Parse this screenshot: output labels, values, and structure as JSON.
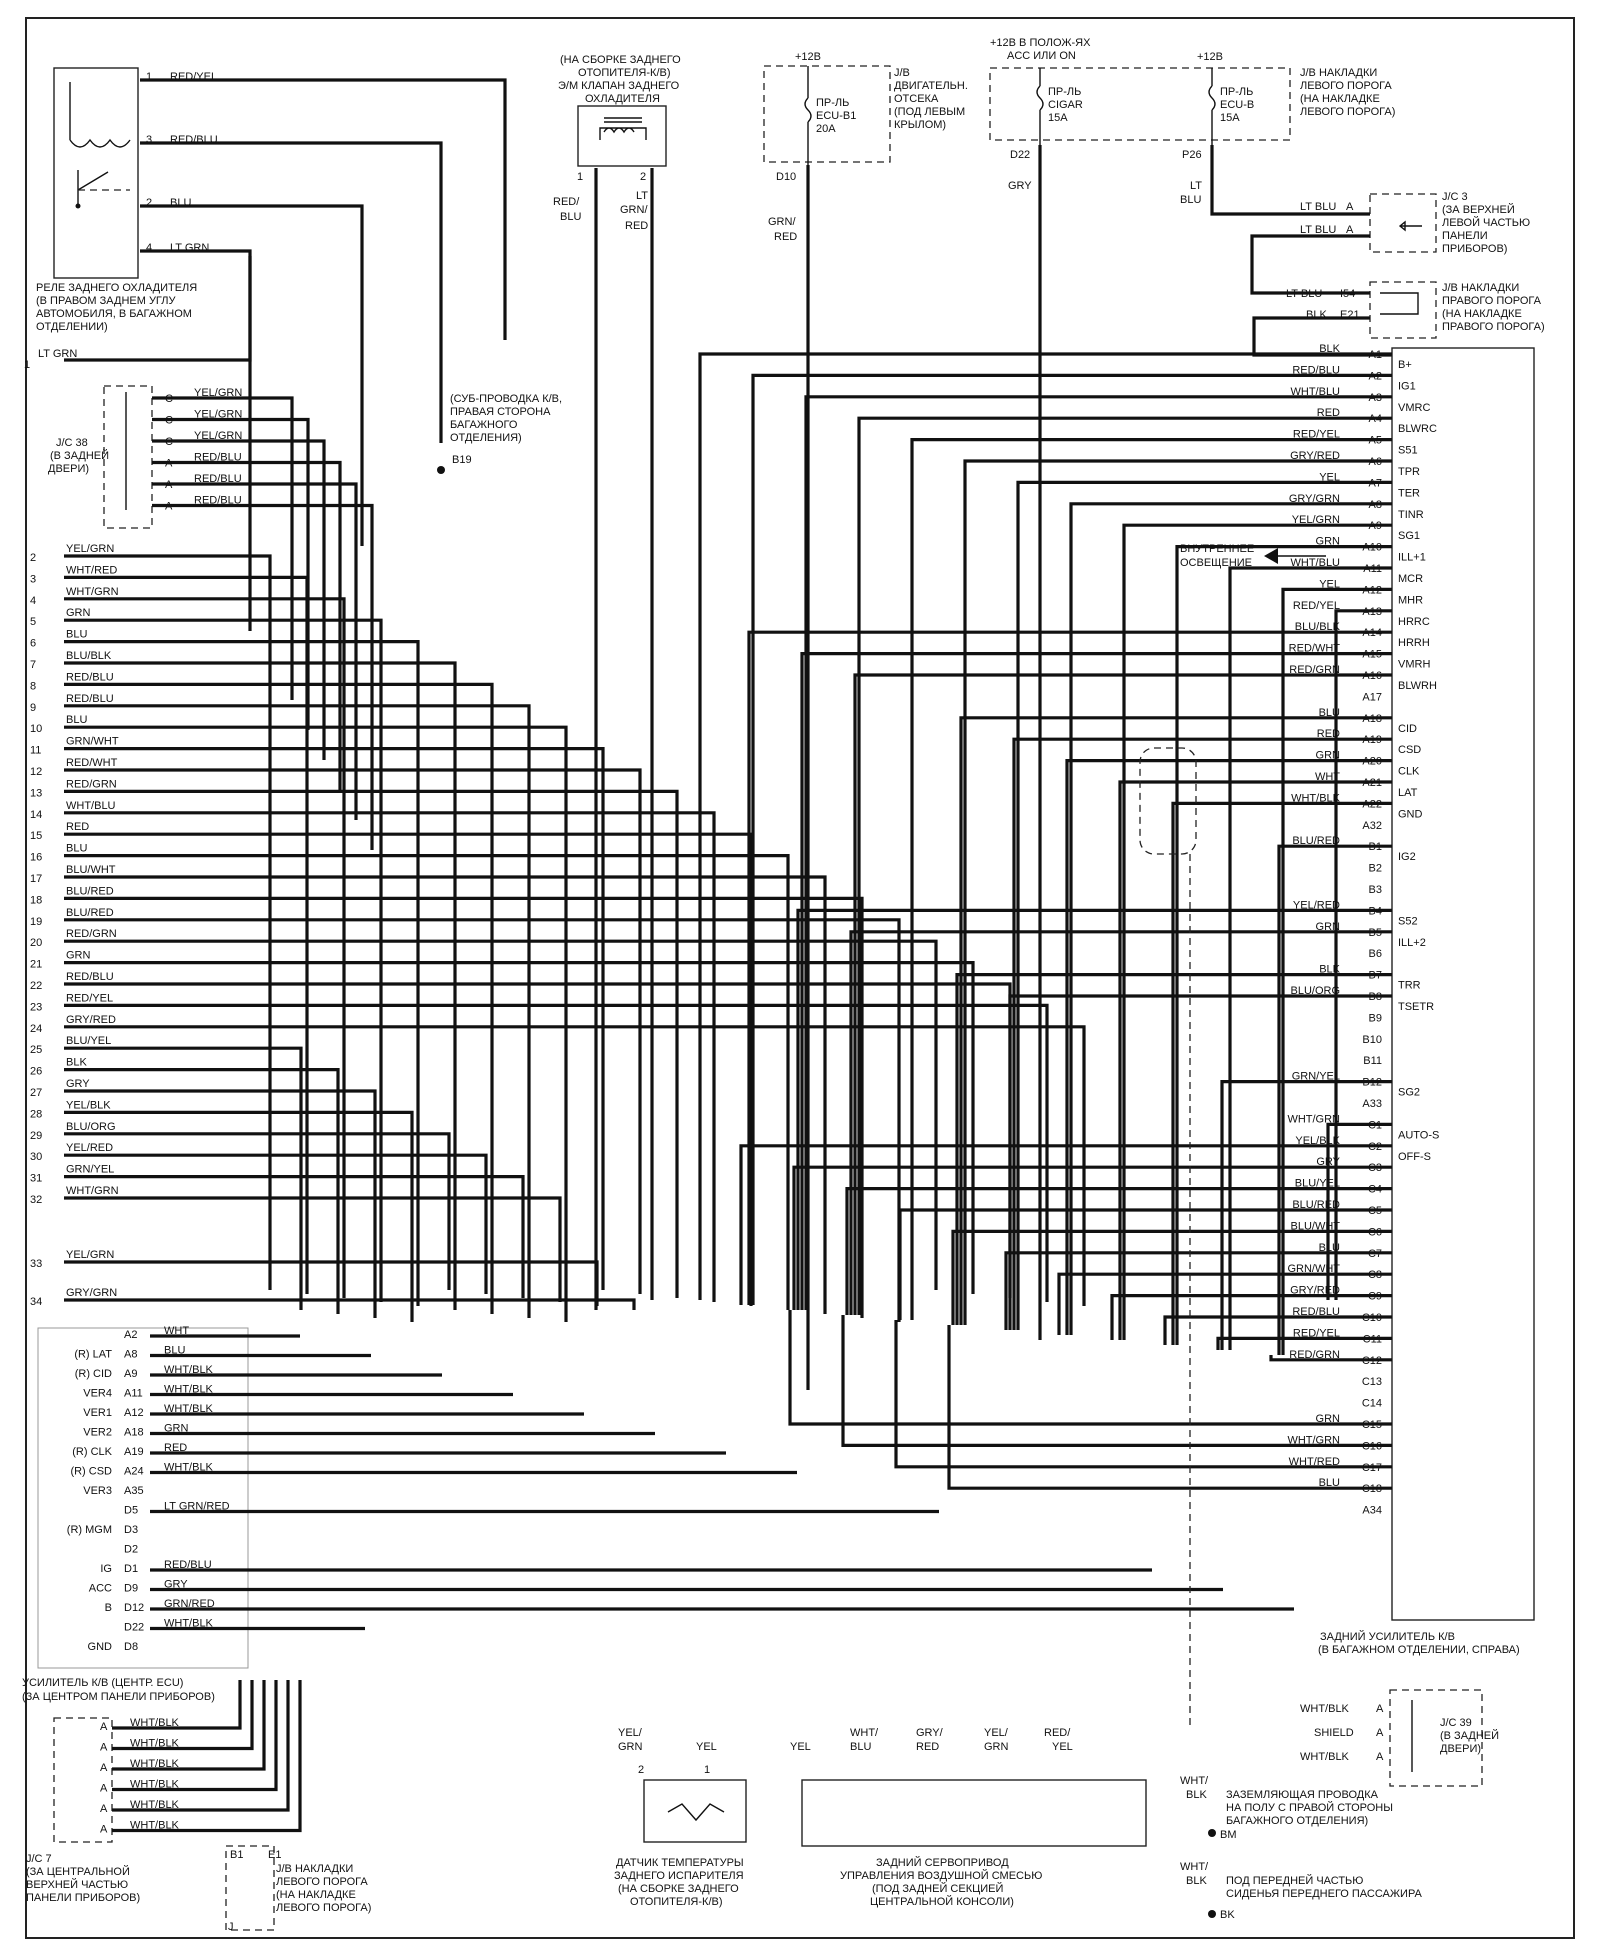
{
  "top_components": {
    "rear_cooler_relay_label": [
      "РЕЛЕ ЗАДНЕГО ОХЛАДИТЕЛЯ",
      "(В ПРАВОМ ЗАДНЕМ УГЛУ",
      "АВТОМОБИЛЯ, В БАГАЖНОМ",
      "ОТДЕЛЕНИИ)"
    ],
    "relay_pins": [
      {
        "pin": "1",
        "wire": "RED/YEL"
      },
      {
        "pin": "3",
        "wire": "RED/BLU"
      },
      {
        "pin": "2",
        "wire": "BLU"
      },
      {
        "pin": "4",
        "wire": "LT GRN"
      }
    ],
    "relay_out_num": "1",
    "relay_out_wire": "LT GRN",
    "rear_valve_label": [
      "(НА СБОРКЕ ЗАДНЕГО",
      "ОТОПИТЕЛЯ-К/В)",
      "Э/М КЛАПАН ЗАДНЕГО",
      "ОХЛАДИТЕЛЯ"
    ],
    "rear_valve_pins": [
      "1",
      "2"
    ],
    "rear_valve_wires": [
      "RED/",
      "BLU",
      "LT",
      "GRN/",
      "RED"
    ],
    "engine_jb_supply": "+12В",
    "engine_jb_fuse": [
      "ПР-ЛЬ",
      "ECU-B1",
      "20A"
    ],
    "engine_jb_label": [
      "J/B",
      "ДВИГАТЕЛЬН.",
      "ОТСЕКА",
      "(ПОД ЛЕВЫМ",
      "КРЫЛОМ)"
    ],
    "engine_jb_pin": "D10",
    "engine_jb_wire": [
      "GRN/",
      "RED"
    ],
    "acc_supply": [
      "+12В В ПОЛОЖ-ЯХ",
      "ACC ИЛИ ON"
    ],
    "cigar_fuse": [
      "ПР-ЛЬ",
      "CIGAR",
      "15A"
    ],
    "cigar_pin": "D22",
    "cigar_wire": "GRY",
    "left_sill_supply": "+12В",
    "ecub_fuse": [
      "ПР-ЛЬ",
      "ECU-B",
      "15A"
    ],
    "ecub_pin": "P26",
    "ecub_wire": [
      "LT",
      "BLU"
    ],
    "left_sill_jb_label": [
      "J/B НАКЛАДКИ",
      "ЛЕВОГО ПОРОГА",
      "(НА НАКЛАДКЕ",
      "ЛЕВОГО ПОРОГА)"
    ],
    "jc3_label": [
      "J/C 3",
      "(ЗА ВЕРХНЕЙ",
      "ЛЕВОЙ ЧАСТЬЮ",
      "ПАНЕЛИ",
      "ПРИБОРОВ)"
    ],
    "jc3_wires": [
      {
        "wire": "LT BLU",
        "pin": "A"
      },
      {
        "wire": "LT BLU",
        "pin": "A"
      }
    ],
    "right_sill_label": [
      "J/B НАКЛАДКИ",
      "ПРАВОГО ПОРОГА",
      "(НА НАКЛАДКЕ",
      "ПРАВОГО ПОРОГА)"
    ],
    "right_sill_wires": [
      {
        "wire": "LT BLU",
        "pin": "I54"
      },
      {
        "wire": "BLK",
        "pin": "E21"
      }
    ],
    "subharness_label": [
      "(СУБ-ПРОВОДКА К/В,",
      "ПРАВАЯ СТОРОНА",
      "БАГАЖНОГО",
      "ОТДЕЛЕНИЯ)"
    ],
    "subharness_pin": "B19"
  },
  "jc38": {
    "label": [
      "J/C 38",
      "(В ЗАДНЕЙ",
      "ДВЕРИ)"
    ],
    "rows": [
      {
        "pin": "C",
        "wire": "YEL/GRN"
      },
      {
        "pin": "C",
        "wire": "YEL/GRN"
      },
      {
        "pin": "C",
        "wire": "YEL/GRN"
      },
      {
        "pin": "A",
        "wire": "RED/BLU"
      },
      {
        "pin": "A",
        "wire": "RED/BLU"
      },
      {
        "pin": "A",
        "wire": "RED/BLU"
      }
    ]
  },
  "left_numbered_wires": [
    {
      "n": "2",
      "wire": "YEL/GRN"
    },
    {
      "n": "3",
      "wire": "WHT/RED"
    },
    {
      "n": "4",
      "wire": "WHT/GRN"
    },
    {
      "n": "5",
      "wire": "GRN"
    },
    {
      "n": "6",
      "wire": "BLU"
    },
    {
      "n": "7",
      "wire": "BLU/BLK"
    },
    {
      "n": "8",
      "wire": "RED/BLU"
    },
    {
      "n": "9",
      "wire": "RED/BLU"
    },
    {
      "n": "10",
      "wire": "BLU"
    },
    {
      "n": "11",
      "wire": "GRN/WHT"
    },
    {
      "n": "12",
      "wire": "RED/WHT"
    },
    {
      "n": "13",
      "wire": "RED/GRN"
    },
    {
      "n": "14",
      "wire": "WHT/BLU"
    },
    {
      "n": "15",
      "wire": "RED"
    },
    {
      "n": "16",
      "wire": "BLU"
    },
    {
      "n": "17",
      "wire": "BLU/WHT"
    },
    {
      "n": "18",
      "wire": "BLU/RED"
    },
    {
      "n": "19",
      "wire": "BLU/RED"
    },
    {
      "n": "20",
      "wire": "RED/GRN"
    },
    {
      "n": "21",
      "wire": "GRN"
    },
    {
      "n": "22",
      "wire": "RED/BLU"
    },
    {
      "n": "23",
      "wire": "RED/YEL"
    },
    {
      "n": "24",
      "wire": "GRY/RED"
    },
    {
      "n": "25",
      "wire": "BLU/YEL"
    },
    {
      "n": "26",
      "wire": "BLK"
    },
    {
      "n": "27",
      "wire": "GRY"
    },
    {
      "n": "28",
      "wire": "YEL/BLK"
    },
    {
      "n": "29",
      "wire": "BLU/ORG"
    },
    {
      "n": "30",
      "wire": "YEL/RED"
    },
    {
      "n": "31",
      "wire": "GRN/YEL"
    },
    {
      "n": "32",
      "wire": "WHT/GRN"
    },
    {
      "n": "33",
      "wire": "YEL/GRN"
    },
    {
      "n": "34",
      "wire": "GRY/GRN"
    }
  ],
  "rear_amp": {
    "label": [
      "ЗАДНИЙ УСИЛИТЕЛЬ К/В",
      "(В БАГАЖНОМ ОТДЕЛЕНИИ, СПРАВА)"
    ],
    "pins": [
      {
        "wire": "BLK",
        "pin": "A1",
        "name": "B+"
      },
      {
        "wire": "RED/BLU",
        "pin": "A2",
        "name": "IG1"
      },
      {
        "wire": "WHT/BLU",
        "pin": "A3",
        "name": "VMRC"
      },
      {
        "wire": "RED",
        "pin": "A4",
        "name": "BLWRC"
      },
      {
        "wire": "RED/YEL",
        "pin": "A5",
        "name": "S51"
      },
      {
        "wire": "GRY/RED",
        "pin": "A6",
        "name": "TPR"
      },
      {
        "wire": "YEL",
        "pin": "A7",
        "name": "TER"
      },
      {
        "wire": "GRY/GRN",
        "pin": "A8",
        "name": "TINR"
      },
      {
        "wire": "YEL/GRN",
        "pin": "A9",
        "name": "SG1"
      },
      {
        "wire": "GRN",
        "pin": "A10",
        "name": "ILL+1"
      },
      {
        "wire": "WHT/BLU",
        "pin": "A11",
        "name": "MCR"
      },
      {
        "wire": "YEL",
        "pin": "A12",
        "name": "MHR"
      },
      {
        "wire": "RED/YEL",
        "pin": "A13",
        "name": "HRRC"
      },
      {
        "wire": "BLU/BLK",
        "pin": "A14",
        "name": "HRRH"
      },
      {
        "wire": "RED/WHT",
        "pin": "A15",
        "name": "VMRH"
      },
      {
        "wire": "RED/GRN",
        "pin": "A16",
        "name": "BLWRH"
      },
      {
        "wire": "",
        "pin": "A17",
        "name": ""
      },
      {
        "wire": "BLU",
        "pin": "A18",
        "name": "CID"
      },
      {
        "wire": "RED",
        "pin": "A19",
        "name": "CSD"
      },
      {
        "wire": "GRN",
        "pin": "A20",
        "name": "CLK"
      },
      {
        "wire": "WHT",
        "pin": "A21",
        "name": "LAT"
      },
      {
        "wire": "WHT/BLK",
        "pin": "A22",
        "name": "GND"
      },
      {
        "wire": "",
        "pin": "A32",
        "name": ""
      },
      {
        "wire": "BLU/RED",
        "pin": "B1",
        "name": "IG2"
      },
      {
        "wire": "",
        "pin": "B2",
        "name": ""
      },
      {
        "wire": "",
        "pin": "B3",
        "name": ""
      },
      {
        "wire": "YEL/RED",
        "pin": "B4",
        "name": "S52"
      },
      {
        "wire": "GRN",
        "pin": "B5",
        "name": "ILL+2"
      },
      {
        "wire": "",
        "pin": "B6",
        "name": ""
      },
      {
        "wire": "BLK",
        "pin": "B7",
        "name": "TRR"
      },
      {
        "wire": "BLU/ORG",
        "pin": "B8",
        "name": "TSETR"
      },
      {
        "wire": "",
        "pin": "B9",
        "name": ""
      },
      {
        "wire": "",
        "pin": "B10",
        "name": ""
      },
      {
        "wire": "",
        "pin": "B11",
        "name": ""
      },
      {
        "wire": "GRN/YEL",
        "pin": "B12",
        "name": "SG2"
      },
      {
        "wire": "",
        "pin": "A33",
        "name": ""
      },
      {
        "wire": "WHT/GRN",
        "pin": "C1",
        "name": "AUTO-S"
      },
      {
        "wire": "YEL/BLK",
        "pin": "C2",
        "name": "OFF-S"
      },
      {
        "wire": "GRY",
        "pin": "C3",
        "name": ""
      },
      {
        "wire": "BLU/YEL",
        "pin": "C4",
        "name": ""
      },
      {
        "wire": "BLU/RED",
        "pin": "C5",
        "name": ""
      },
      {
        "wire": "BLU/WHT",
        "pin": "C6",
        "name": ""
      },
      {
        "wire": "BLU",
        "pin": "C7",
        "name": ""
      },
      {
        "wire": "GRN/WHT",
        "pin": "C8",
        "name": ""
      },
      {
        "wire": "GRY/RED",
        "pin": "C9",
        "name": ""
      },
      {
        "wire": "RED/BLU",
        "pin": "C10",
        "name": ""
      },
      {
        "wire": "RED/YEL",
        "pin": "C11",
        "name": ""
      },
      {
        "wire": "RED/GRN",
        "pin": "C12",
        "name": ""
      },
      {
        "wire": "",
        "pin": "C13",
        "name": ""
      },
      {
        "wire": "",
        "pin": "C14",
        "name": ""
      },
      {
        "wire": "GRN",
        "pin": "C15",
        "name": ""
      },
      {
        "wire": "WHT/GRN",
        "pin": "C16",
        "name": ""
      },
      {
        "wire": "WHT/RED",
        "pin": "C17",
        "name": ""
      },
      {
        "wire": "BLU",
        "pin": "C18",
        "name": ""
      },
      {
        "wire": "",
        "pin": "A34",
        "name": ""
      }
    ],
    "interior_light": [
      "ВНУТРЕННЕЕ",
      "ОСВЕЩЕНИЕ"
    ]
  },
  "center_amp": {
    "label": [
      "УСИЛИТЕЛЬ К/В (ЦЕНТР. ECU)",
      "(ЗА ЦЕНТРОМ ПАНЕЛИ ПРИБОРОВ)"
    ],
    "pins": [
      {
        "name": "",
        "pin": "A2",
        "wire": "WHT"
      },
      {
        "name": "(R) LAT",
        "pin": "A8",
        "wire": "BLU"
      },
      {
        "name": "(R) CID",
        "pin": "A9",
        "wire": "WHT/BLK"
      },
      {
        "name": "VER4",
        "pin": "A11",
        "wire": "WHT/BLK"
      },
      {
        "name": "VER1",
        "pin": "A12",
        "wire": "WHT/BLK"
      },
      {
        "name": "VER2",
        "pin": "A18",
        "wire": "GRN"
      },
      {
        "name": "(R) CLK",
        "pin": "A19",
        "wire": "RED"
      },
      {
        "name": "(R) CSD",
        "pin": "A24",
        "wire": "WHT/BLK"
      },
      {
        "name": "VER3",
        "pin": "A35",
        "wire": ""
      },
      {
        "name": "",
        "pin": "D5",
        "wire": "LT GRN/RED"
      },
      {
        "name": "(R) MGM",
        "pin": "D3",
        "wire": ""
      },
      {
        "name": "",
        "pin": "D2",
        "wire": ""
      },
      {
        "name": "IG",
        "pin": "D1",
        "wire": "RED/BLU"
      },
      {
        "name": "ACC",
        "pin": "D9",
        "wire": "GRY"
      },
      {
        "name": "B",
        "pin": "D12",
        "wire": "GRN/RED"
      },
      {
        "name": "",
        "pin": "D22",
        "wire": "WHT/BLK"
      },
      {
        "name": "GND",
        "pin": "D8",
        "wire": ""
      }
    ]
  },
  "jc7": {
    "label": [
      "J/C 7",
      "(ЗА ЦЕНТРАЛЬНОЙ",
      "ВЕРХНЕЙ ЧАСТЬЮ",
      "ПАНЕЛИ ПРИБОРОВ)"
    ],
    "rows": [
      {
        "pin": "A",
        "wire": "WHT/BLK"
      },
      {
        "pin": "A",
        "wire": "WHT/BLK"
      },
      {
        "pin": "A",
        "wire": "WHT/BLK"
      },
      {
        "pin": "A",
        "wire": "WHT/BLK"
      },
      {
        "pin": "A",
        "wire": "WHT/BLK"
      },
      {
        "pin": "A",
        "wire": "WHT/BLK"
      }
    ]
  },
  "bottom": {
    "left_sill_jb": [
      "J/B НАКЛАДКИ",
      "ЛЕВОГО ПОРОГА",
      "(НА НАКЛАДКЕ",
      "ЛЕВОГО ПОРОГА)"
    ],
    "left_sill_pins": [
      "B1",
      "E1",
      "J"
    ],
    "evap_sensor": [
      "ДАТЧИК ТЕМПЕРАТУРЫ",
      "ЗАДНЕГО ИСПАРИТЕЛЯ",
      "(НА СБОРКЕ ЗАДНЕГО",
      "ОТОПИТЕЛЯ-К/В)"
    ],
    "evap_wires": [
      "YEL/",
      "GRN",
      "YEL"
    ],
    "evap_pins": [
      "2",
      "1"
    ],
    "servo": [
      "ЗАДНИЙ СЕРВОПРИВОД",
      "УПРАВЛЕНИЯ ВОЗДУШНОЙ СМЕСЬЮ",
      "(ПОД ЗАДНЕЙ СЕКЦИЕЙ",
      "ЦЕНТРАЛЬНОЙ КОНСОЛИ)"
    ],
    "servo_wires": [
      "YEL",
      "WHT/",
      "BLU",
      "GRY/",
      "RED",
      "YEL/",
      "GRN",
      "RED/",
      "YEL"
    ],
    "jc39": [
      "J/C 39",
      "(В ЗАДНЕЙ",
      "ДВЕРИ)"
    ],
    "jc39_rows": [
      {
        "wire": "WHT/BLK",
        "pin": "A"
      },
      {
        "wire": "SHIELD",
        "pin": "A"
      },
      {
        "wire": "WHT/BLK",
        "pin": "A"
      }
    ],
    "ground1": [
      "ЗАЗЕМЛЯЮЩАЯ ПРОВОДКА",
      "НА ПОЛУ С ПРАВОЙ СТОРОНЫ",
      "БАГАЖНОГО ОТДЕЛЕНИЯ)"
    ],
    "ground1_wire": [
      "WHT/",
      "BLK"
    ],
    "ground1_pin": "BM",
    "ground2": [
      "ПОД ПЕРЕДНЕЙ ЧАСТЬЮ",
      "СИДЕНЬЯ ПЕРЕДНЕГО ПАССАЖИРА"
    ],
    "ground2_wire": [
      "WHT/",
      "BLK"
    ],
    "ground2_pin": "BK"
  }
}
